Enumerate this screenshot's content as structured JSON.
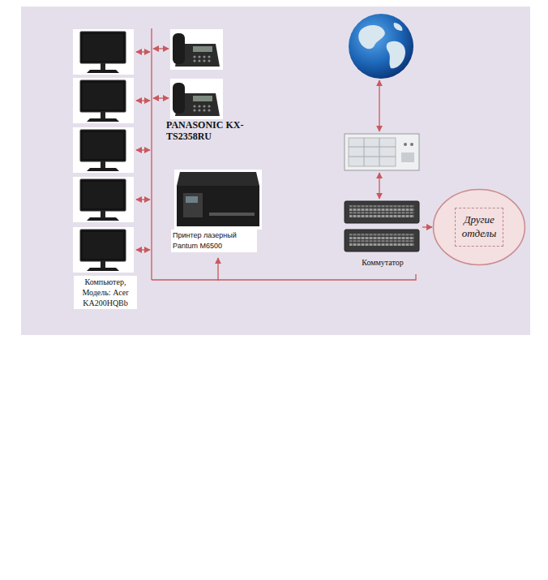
{
  "diagram": {
    "nodes": [
      {
        "text": [
          "Компьютер, Модель: Acer KA200HQBb"
        ]
      },
      {
        "text": [
          "PANASONIC KX-TS2358RU"
        ]
      },
      {
        "text": [
          "Принтер лазерный Pantum M6500"
        ]
      },
      {
        "text": [
          "Коммутатор"
        ]
      },
      {
        "text": [
          "Другие отделы"
        ]
      }
    ],
    "edges": [
      {
        "from": 3,
        "to": 2,
        "arrow": "to"
      },
      {
        "from": 3,
        "to": 4,
        "arrow": "to"
      }
    ]
  }
}
